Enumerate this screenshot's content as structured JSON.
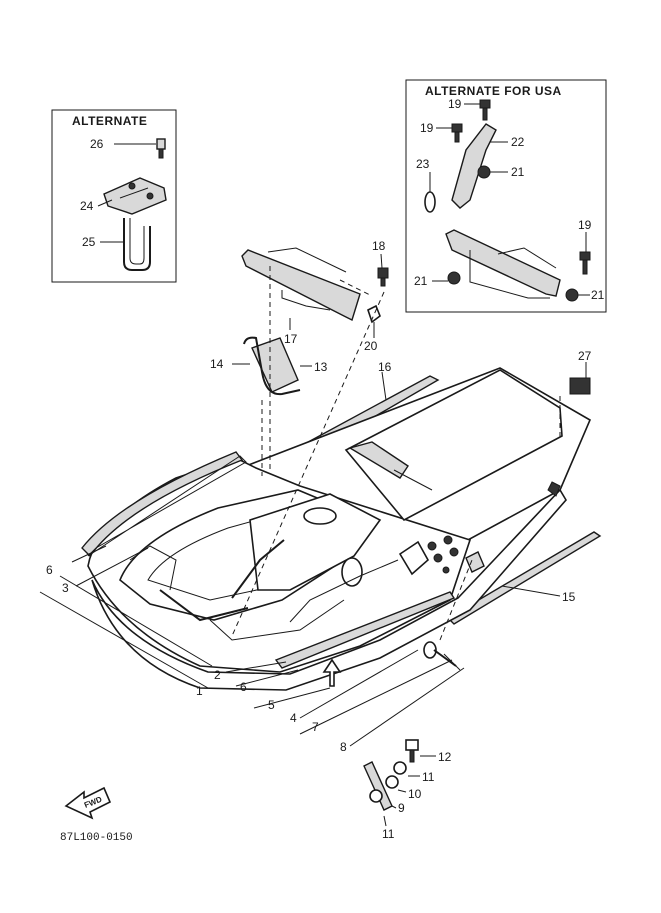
{
  "inset_alternate": {
    "title": "ALTERNATE"
  },
  "inset_usa": {
    "title": "ALTERNATE FOR USA"
  },
  "diagram_code": "87L100-0150",
  "fwd_label": "FWD",
  "callouts": {
    "c1": "1",
    "c2": "2",
    "c3": "3",
    "c4": "4",
    "c5": "5",
    "c6a": "6",
    "c6b": "6",
    "c7": "7",
    "c8": "8",
    "c10": "10",
    "c11a": "11",
    "c11b": "11",
    "c12": "12",
    "c9": "9",
    "c13": "13",
    "c14": "14",
    "c15": "15",
    "c16": "16",
    "c17": "17",
    "c18": "18",
    "c19a": "19",
    "c19b": "19",
    "c19c": "19",
    "c20": "20",
    "c21a": "21",
    "c21b": "21",
    "c21c": "21",
    "c22": "22",
    "c23": "23",
    "c24": "24",
    "c25": "25",
    "c26": "26",
    "c27": "27"
  },
  "colors": {
    "ink": "#1a1a1a",
    "paper": "#ffffff"
  }
}
